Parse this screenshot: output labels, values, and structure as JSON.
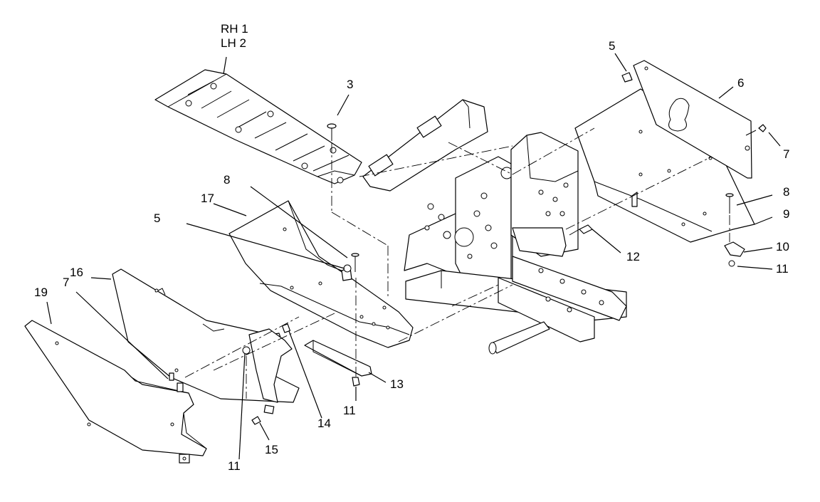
{
  "callouts": {
    "c_rh1": "RH 1",
    "c_lh2": "LH 2",
    "c_3": "3",
    "c_5a": "5",
    "c_6": "6",
    "c_7a": "7",
    "c_8a": "8",
    "c_9": "9",
    "c_10": "10",
    "c_11a": "11",
    "c_12": "12",
    "c_8b": "8",
    "c_17": "17",
    "c_5b": "5",
    "c_16": "16",
    "c_19": "19",
    "c_7b": "7",
    "c_13": "13",
    "c_11b": "11",
    "c_14": "14",
    "c_15": "15",
    "c_11c": "11"
  }
}
